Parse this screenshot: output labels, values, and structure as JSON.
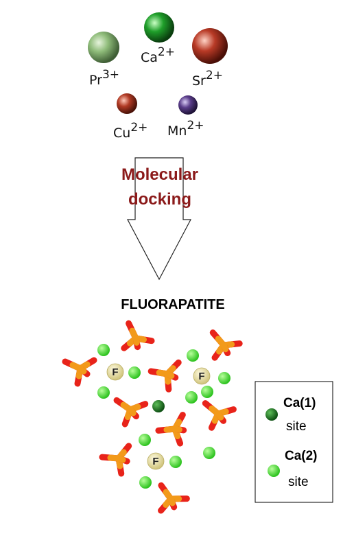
{
  "ions": [
    {
      "symbol": "Pr",
      "charge": "3+",
      "color": "#8fbc7a"
    },
    {
      "symbol": "Ca",
      "charge": "2+",
      "color": "#1f9e2a"
    },
    {
      "symbol": "Sr",
      "charge": "2+",
      "color": "#b83a26"
    },
    {
      "symbol": "Cu",
      "charge": "2+",
      "color": "#b03a24"
    },
    {
      "symbol": "Mn",
      "charge": "2+",
      "color": "#5a3d8a"
    }
  ],
  "docking": {
    "line1": "Molecular",
    "line2": "docking"
  },
  "crystal": {
    "title": "FLUORAPATITE",
    "fluoride_label": "F"
  },
  "legend": {
    "ca1": {
      "title": "Ca(1)",
      "sub": "site",
      "color": "#1f7a1f"
    },
    "ca2": {
      "title": "Ca(2)",
      "sub": "site",
      "color": "#44dd33"
    }
  },
  "colors": {
    "phosphorus": "#f29a1a",
    "oxygen": "#e8231a",
    "fluorine": "#f3eba6"
  }
}
